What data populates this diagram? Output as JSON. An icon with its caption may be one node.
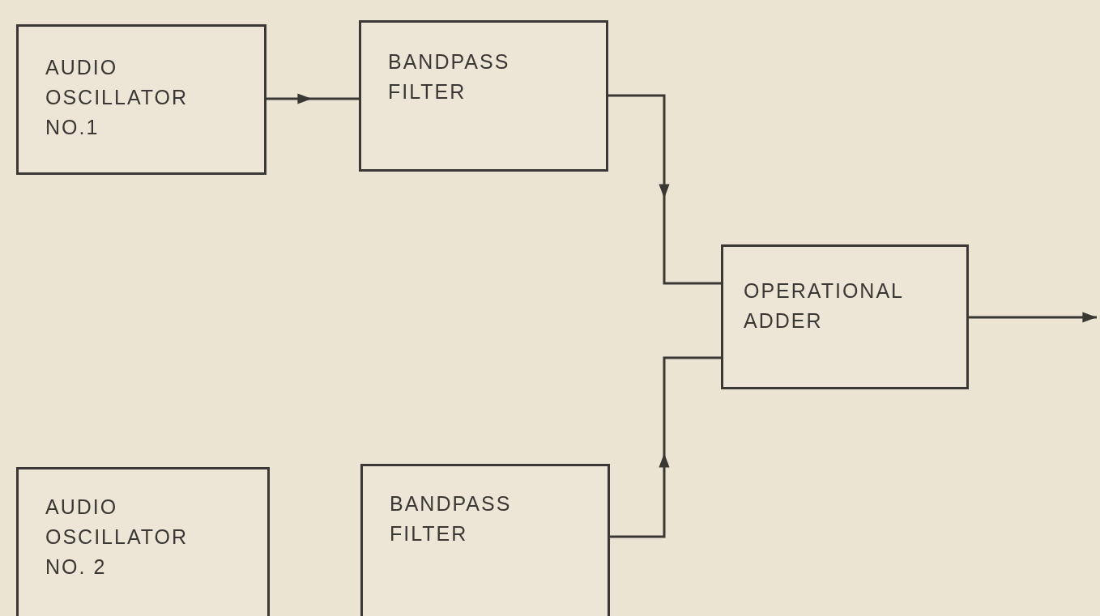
{
  "diagram": {
    "nodes": [
      {
        "text": [
          "AUDIO OSCILLATOR NO.1"
        ]
      },
      {
        "text": [
          "BANDPASS FILTER"
        ]
      },
      {
        "text": [
          "OPERATIONAL ADDER"
        ]
      },
      {
        "text": [
          "AUDIO OSCILLATOR NO. 2"
        ]
      },
      {
        "text": [
          "BANDPASS FILTER"
        ]
      }
    ],
    "edges": [
      {
        "from": 0,
        "to": 1,
        "arrow": "to"
      },
      {
        "from": 1,
        "to": 2,
        "arrow": "to"
      },
      {
        "from": 4,
        "to": 2,
        "arrow": "to"
      },
      {
        "from": 2,
        "to": null,
        "arrow": "to"
      }
    ]
  }
}
